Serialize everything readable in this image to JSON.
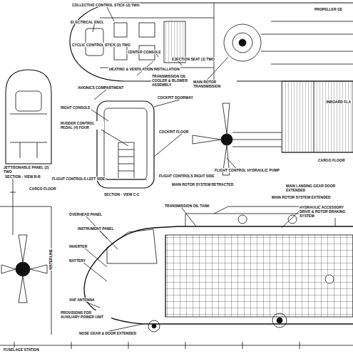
{
  "diagram": {
    "labels": [
      "COLLECTIVE CONTROL STICK (2) TWO",
      "PROPELLER GE",
      "ELECTRICAL ENCL",
      "CENTER CONSOLE",
      "EJECTION SEAT (2) TWO",
      "CYCLIC CONTROL STICK (2) TWO",
      "HEATING & VENTILATION INSTALLATION",
      "TRANSMISSION OIL COOLER & BLOWER ASSEMBLY",
      "MAIN ROTOR TRANSMISSION",
      "AVIONICS COMPARTMENT",
      "COCKPIT DOORWAY",
      "RIGHT CONSOLE",
      "RUDDER CONTROL PEDAL (4) FOUR",
      "INBOARD FLA",
      "COCKPIT FLOOR",
      "JETTISONABLE PANEL (2) TWO",
      "SECTION - VIEW B-B",
      "FLIGHT CONTROL HYDRAULIC PUMP",
      "CARGO FLOOR",
      "MAIN LANDING GEAR DOOR EXTENDED",
      "FLIGHT CONTROLS LEFT SIDE",
      "FLIGHT CONTROLS RIGHT SIDE",
      "MAIN ROTOR SYSTEM EXTENDED",
      "CARGO FLOOR",
      "MAIN ROTOR SYSTEM RETRACTED",
      "SECTION - VIEW C-C",
      "TRANSMISSION OIL TANK",
      "HYDRAULIC ACCESSORY DRIVE & ROTOR BRAKING SYSTEM",
      "OVERHEAD PANEL",
      "INSTRUMENT PANEL",
      "INVERTER",
      "BATTERY",
      "VHF ANTENNA",
      "PROVISIONS FOR AUXILIARY POWER UNIT",
      "NOSE GEAR & DOOR EXTENDED",
      "FUSELAGE STATION",
      "WATERLINE"
    ]
  }
}
